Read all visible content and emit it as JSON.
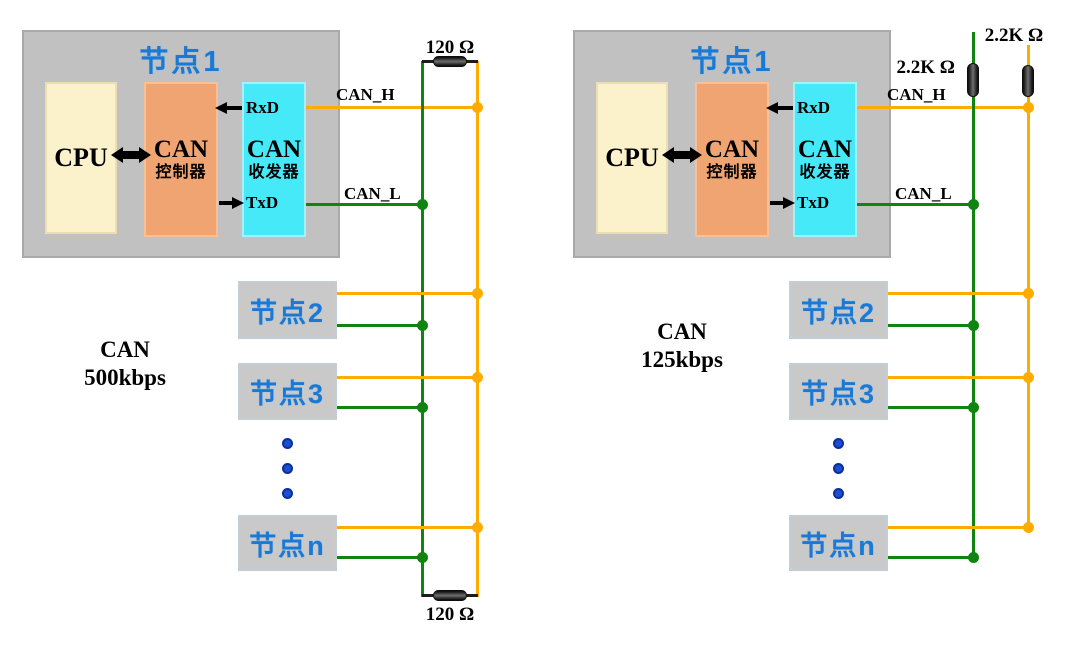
{
  "colors": {
    "can_h_wire": "#FEAC00",
    "can_l_wire": "#108310",
    "node_label_blue": "#1A79D5",
    "chip_cpu_fill": "#FBF2CC",
    "chip_controller_fill": "#F0A472",
    "chip_transceiver_fill": "#45E9F8",
    "node_box_fill": "#C1C1C1"
  },
  "diagrams": [
    {
      "caption": {
        "line1": "CAN",
        "line2": "500kbps"
      },
      "node1": {
        "title": "节点1",
        "cpu": "CPU",
        "controller_line1": "CAN",
        "controller_line2": "控制器",
        "transceiver_line1": "CAN",
        "transceiver_line2": "收发器",
        "rxd": "RxD",
        "txd": "TxD"
      },
      "bus_labels": {
        "can_h": "CAN_H",
        "can_l": "CAN_L"
      },
      "nodes": [
        "节点2",
        "节点3",
        "节点n"
      ],
      "terminators": {
        "top": "120 Ω",
        "bottom": "120 Ω"
      }
    },
    {
      "caption": {
        "line1": "CAN",
        "line2": "125kbps"
      },
      "node1": {
        "title": "节点1",
        "cpu": "CPU",
        "controller_line1": "CAN",
        "controller_line2": "控制器",
        "transceiver_line1": "CAN",
        "transceiver_line2": "收发器",
        "rxd": "RxD",
        "txd": "TxD"
      },
      "bus_labels": {
        "can_h": "CAN_H",
        "can_l": "CAN_L"
      },
      "nodes": [
        "节点2",
        "节点3",
        "节点n"
      ],
      "terminators": {
        "can_l_pull": "2.2K Ω",
        "can_h_pull": "2.2K Ω"
      }
    }
  ]
}
